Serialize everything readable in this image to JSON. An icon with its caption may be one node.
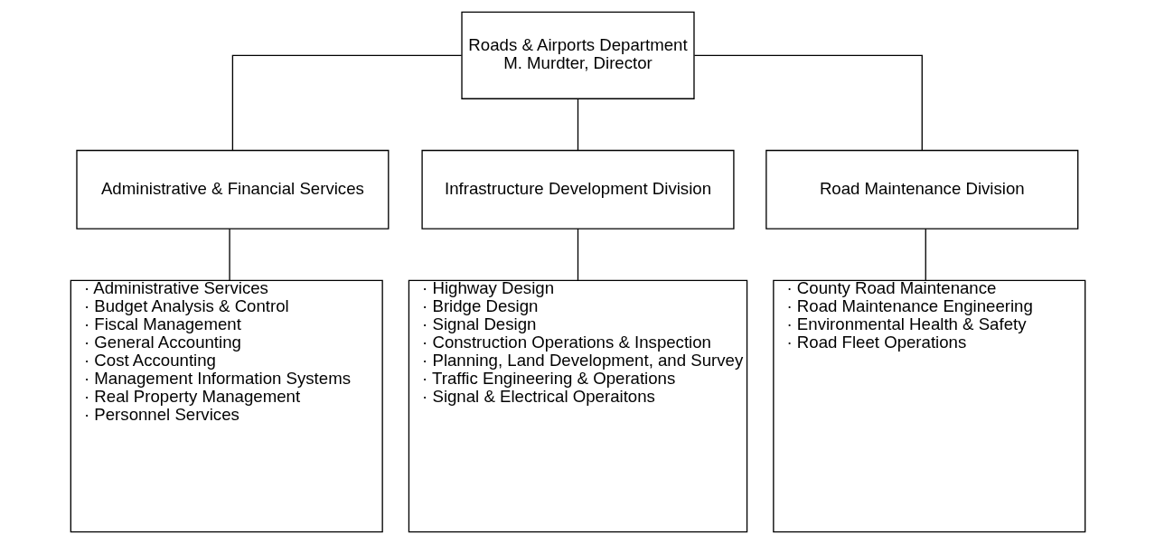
{
  "diagram": {
    "nodes": [
      {
        "text": [
          "Roads & Airports Department",
          "M. Murdter, Director"
        ]
      },
      {
        "text": [
          "Administrative & Financial Services"
        ]
      },
      {
        "text": [
          "Infrastructure Development Division"
        ]
      },
      {
        "text": [
          "Road Maintenance Division"
        ]
      },
      {
        "text": [
          "· Administrative Services",
          "· Budget Analysis & Control",
          "· Fiscal Management",
          "· General Accounting",
          "· Cost Accounting",
          "· Management Information Systems",
          "· Real Property Management",
          "· Personnel Services"
        ]
      },
      {
        "text": [
          "· Highway Design",
          "· Bridge Design",
          "· Signal Design",
          "· Construction Operations & Inspection",
          "· Planning, Land Development, and Survey",
          "· Traffic Engineering & Operations",
          "· Signal & Electrical Operaitons"
        ]
      },
      {
        "text": [
          "· County Road Maintenance",
          "· Road Maintenance Engineering",
          "· Environmental Health & Safety",
          "· Road Fleet Operations"
        ]
      }
    ],
    "edges": [
      {
        "from": 0,
        "to": 1,
        "arrow": "none"
      },
      {
        "from": 0,
        "to": 2,
        "arrow": "none"
      },
      {
        "from": 0,
        "to": 3,
        "arrow": "none"
      },
      {
        "from": 1,
        "to": 4,
        "arrow": "none"
      },
      {
        "from": 2,
        "to": 5,
        "arrow": "none"
      },
      {
        "from": 3,
        "to": 6,
        "arrow": "none"
      }
    ]
  }
}
